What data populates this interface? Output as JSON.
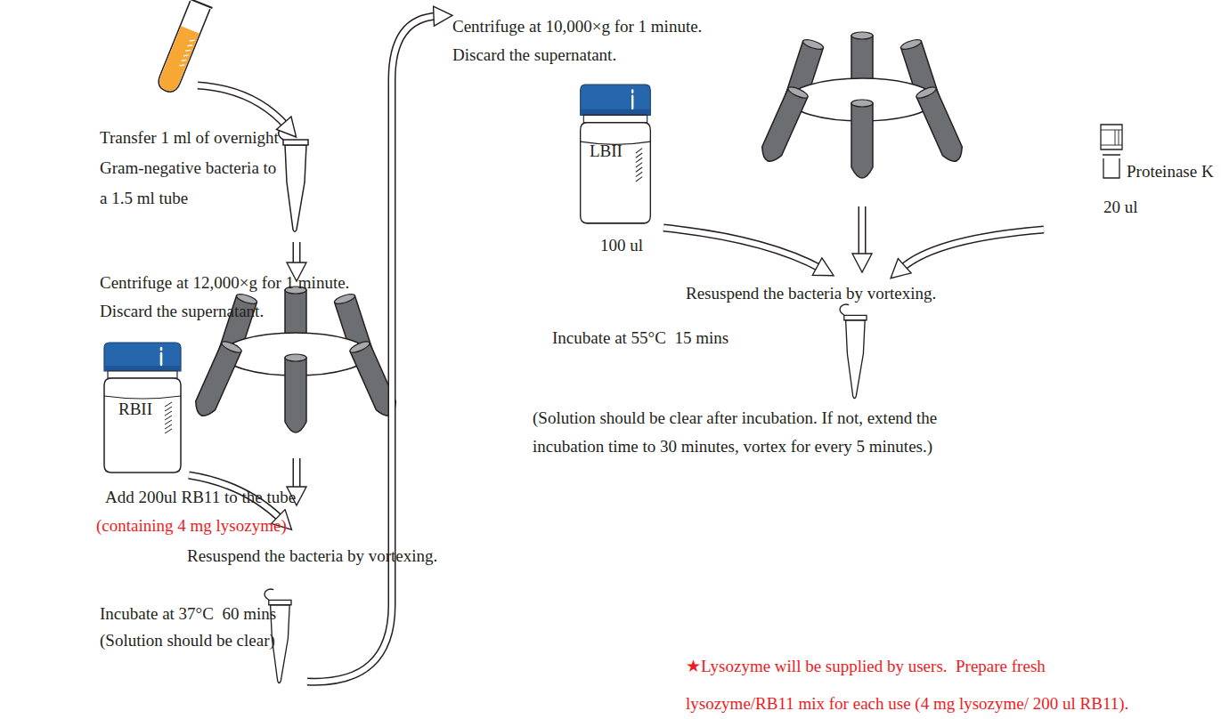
{
  "diagram": {
    "nodes": [
      {
        "text": [
          "RBII"
        ]
      },
      {
        "text": [
          "LBII",
          "100 ul"
        ]
      },
      {
        "text": [
          "Proteinase K",
          "20 ul"
        ]
      }
    ],
    "labels": [
      "Transfer 1 ml of overnight Gram-negative bacteria to a 1.5 ml tube",
      "Centrifuge at 12,000×g for 1 minute. Discard the supernatant.",
      "Add 200ul RB11 to the tube",
      "(containing 4 mg lysozyme)",
      "Resuspend the bacteria by vortexing.",
      "Incubate at 37°C  60 mins",
      "(Solution should be clear)",
      "Centrifuge at 10,000×g for 1 minute. Discard the supernatant.",
      "Resuspend the bacteria by vortexing.",
      "Incubate at 55°C  15 mins",
      "(Solution should be clear after incubation. If not, extend the incubation time to 30 minutes, vortex for every 5 minutes.)",
      "★Lysozyme will be supplied by users.  Prepare fresh lysozyme/RB11 mix for each use (4 mg lysozyme/ 200 ul RB11)."
    ]
  }
}
